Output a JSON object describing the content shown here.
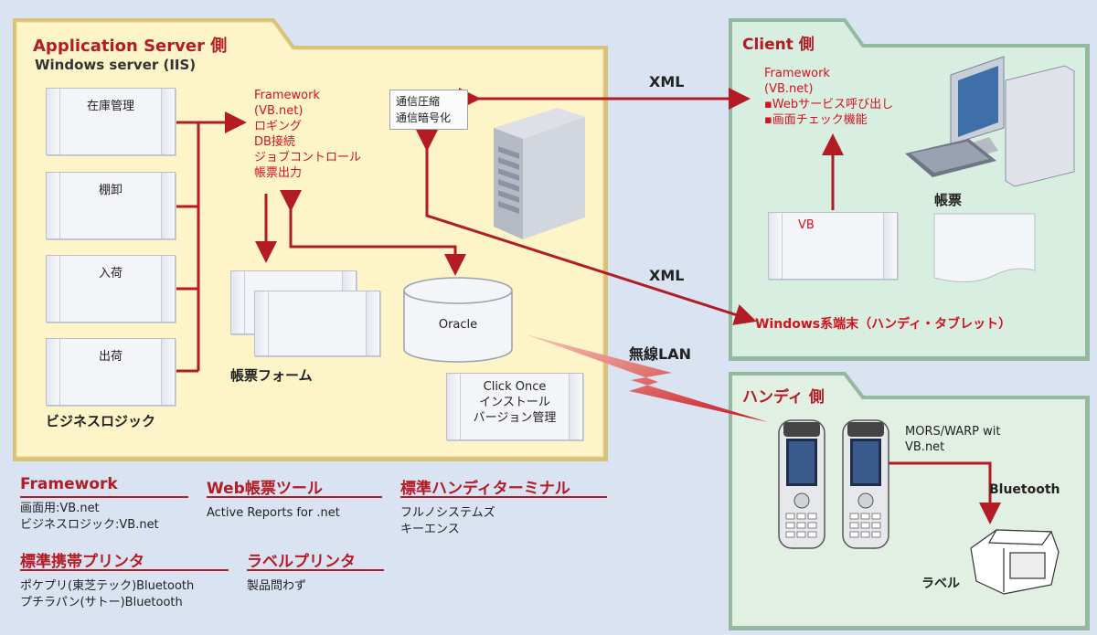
{
  "app_server": {
    "title": "Application Server 側",
    "subtitle": "Windows server (IIS)",
    "business_logic": [
      "在庫管理",
      "棚卸",
      "入荷",
      "出荷"
    ],
    "business_logic_label": "ビジネスロジック",
    "framework_lines": [
      "Framework",
      "(VB.net)",
      "ロギング",
      "DB接続",
      "ジョブコントロール",
      "帳票出力"
    ],
    "comm_lines": [
      "通信圧縮",
      "通信暗号化"
    ],
    "forms_label": "帳票フォーム",
    "db_label": "Oracle",
    "clickonce_lines": [
      "Click Once",
      "インストール",
      "バージョン管理"
    ]
  },
  "client": {
    "title": "Client 側",
    "framework_lines": [
      "Framework",
      "(VB.net)",
      "▪Webサービス呼び出し",
      "▪画面チェック機能"
    ],
    "vb_label": "VB",
    "report_label": "帳票"
  },
  "handy": {
    "title": "ハンディ 側",
    "mors_lines": [
      "MORS/WARP wit",
      "VB.net"
    ],
    "bluetooth_label": "Bluetooth",
    "label_printer": "ラベル"
  },
  "connections": {
    "xml_top": "XML",
    "xml_mid": "XML",
    "windows_terminal": "Windows系端末（ハンディ・タブレット）",
    "wireless": "無線LAN"
  },
  "legend": [
    {
      "title": "Framework",
      "lines": [
        "画面用:VB.net",
        "ビジネスロジック:VB.net"
      ]
    },
    {
      "title": "Web帳票ツール",
      "lines": [
        "Active Reports for .net"
      ]
    },
    {
      "title": "標準ハンディターミナル",
      "lines": [
        "フルノシステムズ",
        "キーエンス"
      ]
    },
    {
      "title": "標準携帯プリンタ",
      "lines": [
        "ポケプリ(東芝テック)Bluetooth",
        "プチラパン(サトー)Bluetooth"
      ]
    },
    {
      "title": "ラベルプリンタ",
      "lines": [
        "製品問わず"
      ]
    }
  ],
  "colors": {
    "accent": "#b31b25",
    "arrow": "#b31b25",
    "server_bg": "#fdf4c8",
    "client_bg": "#d8eee0",
    "page_bg": "#d9e3f2"
  }
}
